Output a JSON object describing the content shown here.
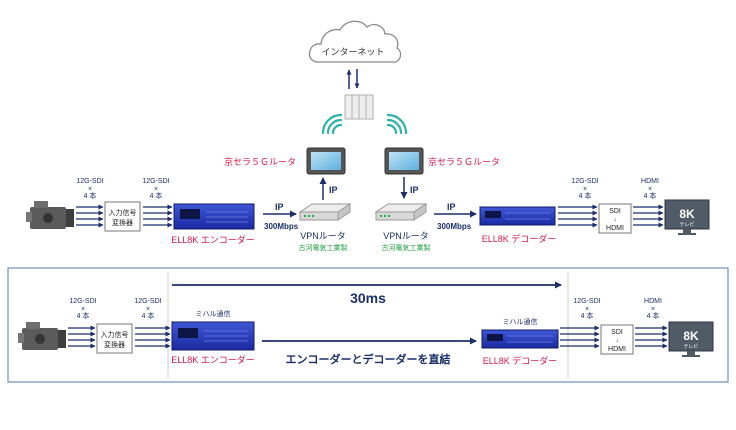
{
  "colors": {
    "navy": "#1b2f6b",
    "red": "#d8194c",
    "green": "#1f9e3f",
    "teal": "#2bb3a7",
    "box_border": "#777777",
    "panel_border": "#6f8fb8"
  },
  "icons": [
    "cloud-icon",
    "camera-icon",
    "device-box-icon",
    "encoder-icon",
    "decoder-icon",
    "router-icon",
    "switch-icon",
    "wifi-icon",
    "monitor-icon"
  ],
  "top": {
    "cloud_label": "インターネット",
    "router_left_label": "京セラ５Ｇルータ",
    "router_right_label": "京セラ５Ｇルータ",
    "ip_up": "IP",
    "ip_down": "IP",
    "ip_left": "IP",
    "ip_right": "IP",
    "speed_left": "300Mbps",
    "speed_right": "300Mbps",
    "vpn_left": "VPNルータ",
    "vpn_right": "VPNルータ",
    "maker_left": "古河電気工業製",
    "maker_right": "古河電気工業製",
    "sdi1": "12G-SDI",
    "sdi1_count": "4 本",
    "sdi2": "12G-SDI",
    "sdi2_count": "4 本",
    "sdi3": "12G-SDI",
    "sdi3_count": "4 本",
    "hdmi": "HDMI",
    "hdmi_count": "4 本",
    "times": "×",
    "converter_line1": "入力信号",
    "converter_line2": "変換器",
    "encoder_label": "ELL8K エンコーダー",
    "decoder_label": "ELL8K デコーダー",
    "sdi_hdmi_top": "SDI",
    "sdi_hdmi_arrow": "↓",
    "sdi_hdmi_bottom": "HDMI",
    "tv_big": "8K",
    "tv_small": "テレビ"
  },
  "bottom": {
    "latency": "30ms",
    "maker_encoder": "ミハル通信",
    "maker_decoder": "ミハル通信",
    "direct": "エンコーダーとデコーダーを直結",
    "sdi1": "12G-SDI",
    "sdi1_count": "4 本",
    "sdi2": "12G-SDI",
    "sdi2_count": "4 本",
    "sdi3": "12G-SDI",
    "sdi3_count": "4 本",
    "hdmi": "HDMI",
    "hdmi_count": "4 本",
    "times": "×",
    "converter_line1": "入力信号",
    "converter_line2": "変換器",
    "encoder_label": "ELL8K エンコーダー",
    "decoder_label": "ELL8K デコーダー",
    "sdi_hdmi_top": "SDI",
    "sdi_hdmi_arrow": "↓",
    "sdi_hdmi_bottom": "HDMI",
    "tv_big": "8K",
    "tv_small": "テレビ"
  }
}
